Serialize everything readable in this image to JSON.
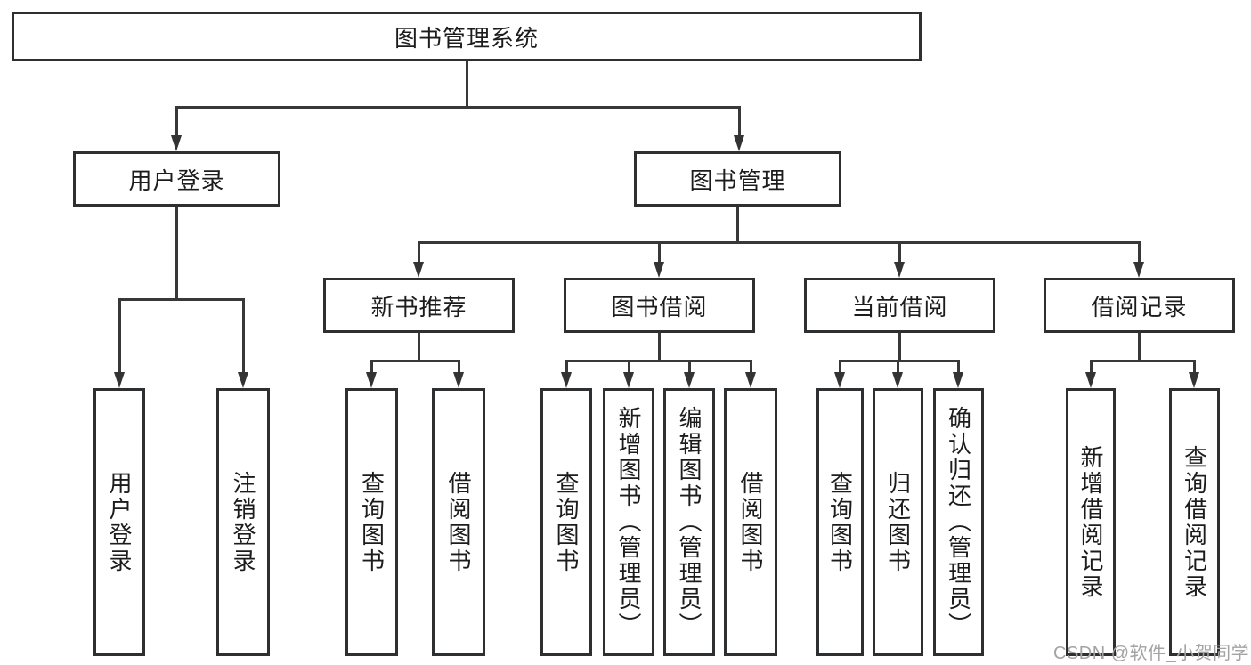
{
  "tree": {
    "label": "图书管理系统",
    "children": [
      {
        "label": "用户登录",
        "children": [
          {
            "label": "用户登录"
          },
          {
            "label": "注销登录"
          }
        ]
      },
      {
        "label": "图书管理",
        "children": [
          {
            "label": "新书推荐",
            "children": [
              {
                "label": "查询图书"
              },
              {
                "label": "借阅图书"
              }
            ]
          },
          {
            "label": "图书借阅",
            "children": [
              {
                "label": "查询图书"
              },
              {
                "label": "新增图书（管理员）"
              },
              {
                "label": "编辑图书（管理员）"
              },
              {
                "label": "借阅图书"
              }
            ]
          },
          {
            "label": "当前借阅",
            "children": [
              {
                "label": "查询图书"
              },
              {
                "label": "归还图书"
              },
              {
                "label": "确认归还（管理员）"
              }
            ]
          },
          {
            "label": "借阅记录",
            "children": [
              {
                "label": "新增借阅记录"
              },
              {
                "label": "查询借阅记录"
              }
            ]
          }
        ]
      }
    ]
  },
  "watermark": "CSDN @软件_小贺同学",
  "colors": {
    "line": "#383838",
    "box_border": "#2e2f31",
    "text": "#1c1c1c",
    "watermark": "#a3a3a3",
    "background": "#ffffff"
  }
}
